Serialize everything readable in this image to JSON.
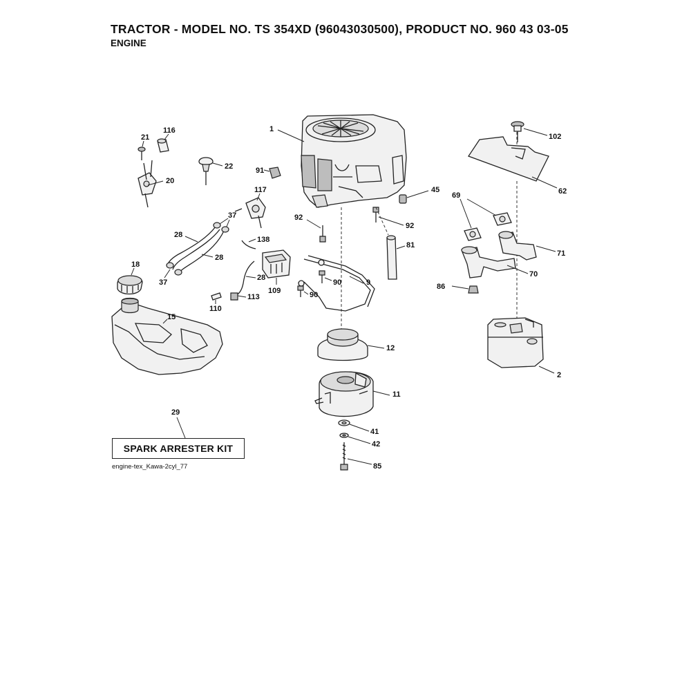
{
  "header": {
    "title": "TRACTOR - MODEL NO. TS 354XD (96043030500), PRODUCT NO. 960 43 03-05",
    "subtitle": "ENGINE"
  },
  "parts": {
    "p1": "1",
    "p2": "2",
    "p9": "9",
    "p11": "11",
    "p12": "12",
    "p15": "15",
    "p18": "18",
    "p20": "20",
    "p21": "21",
    "p22": "22",
    "p28a": "28",
    "p28b": "28",
    "p28c": "28",
    "p29": "29",
    "p37a": "37",
    "p37b": "37",
    "p41": "41",
    "p42": "42",
    "p45": "45",
    "p62": "62",
    "p69": "69",
    "p70": "70",
    "p71": "71",
    "p81": "81",
    "p85": "85",
    "p86": "86",
    "p90a": "90",
    "p90b": "90",
    "p91": "91",
    "p92a": "92",
    "p92b": "92",
    "p102": "102",
    "p109": "109",
    "p110": "110",
    "p113": "113",
    "p116": "116",
    "p117": "117",
    "p138": "138"
  },
  "kit_label": "SPARK ARRESTER KIT",
  "file_ref": "engine-tex_Kawa-2cyl_77"
}
